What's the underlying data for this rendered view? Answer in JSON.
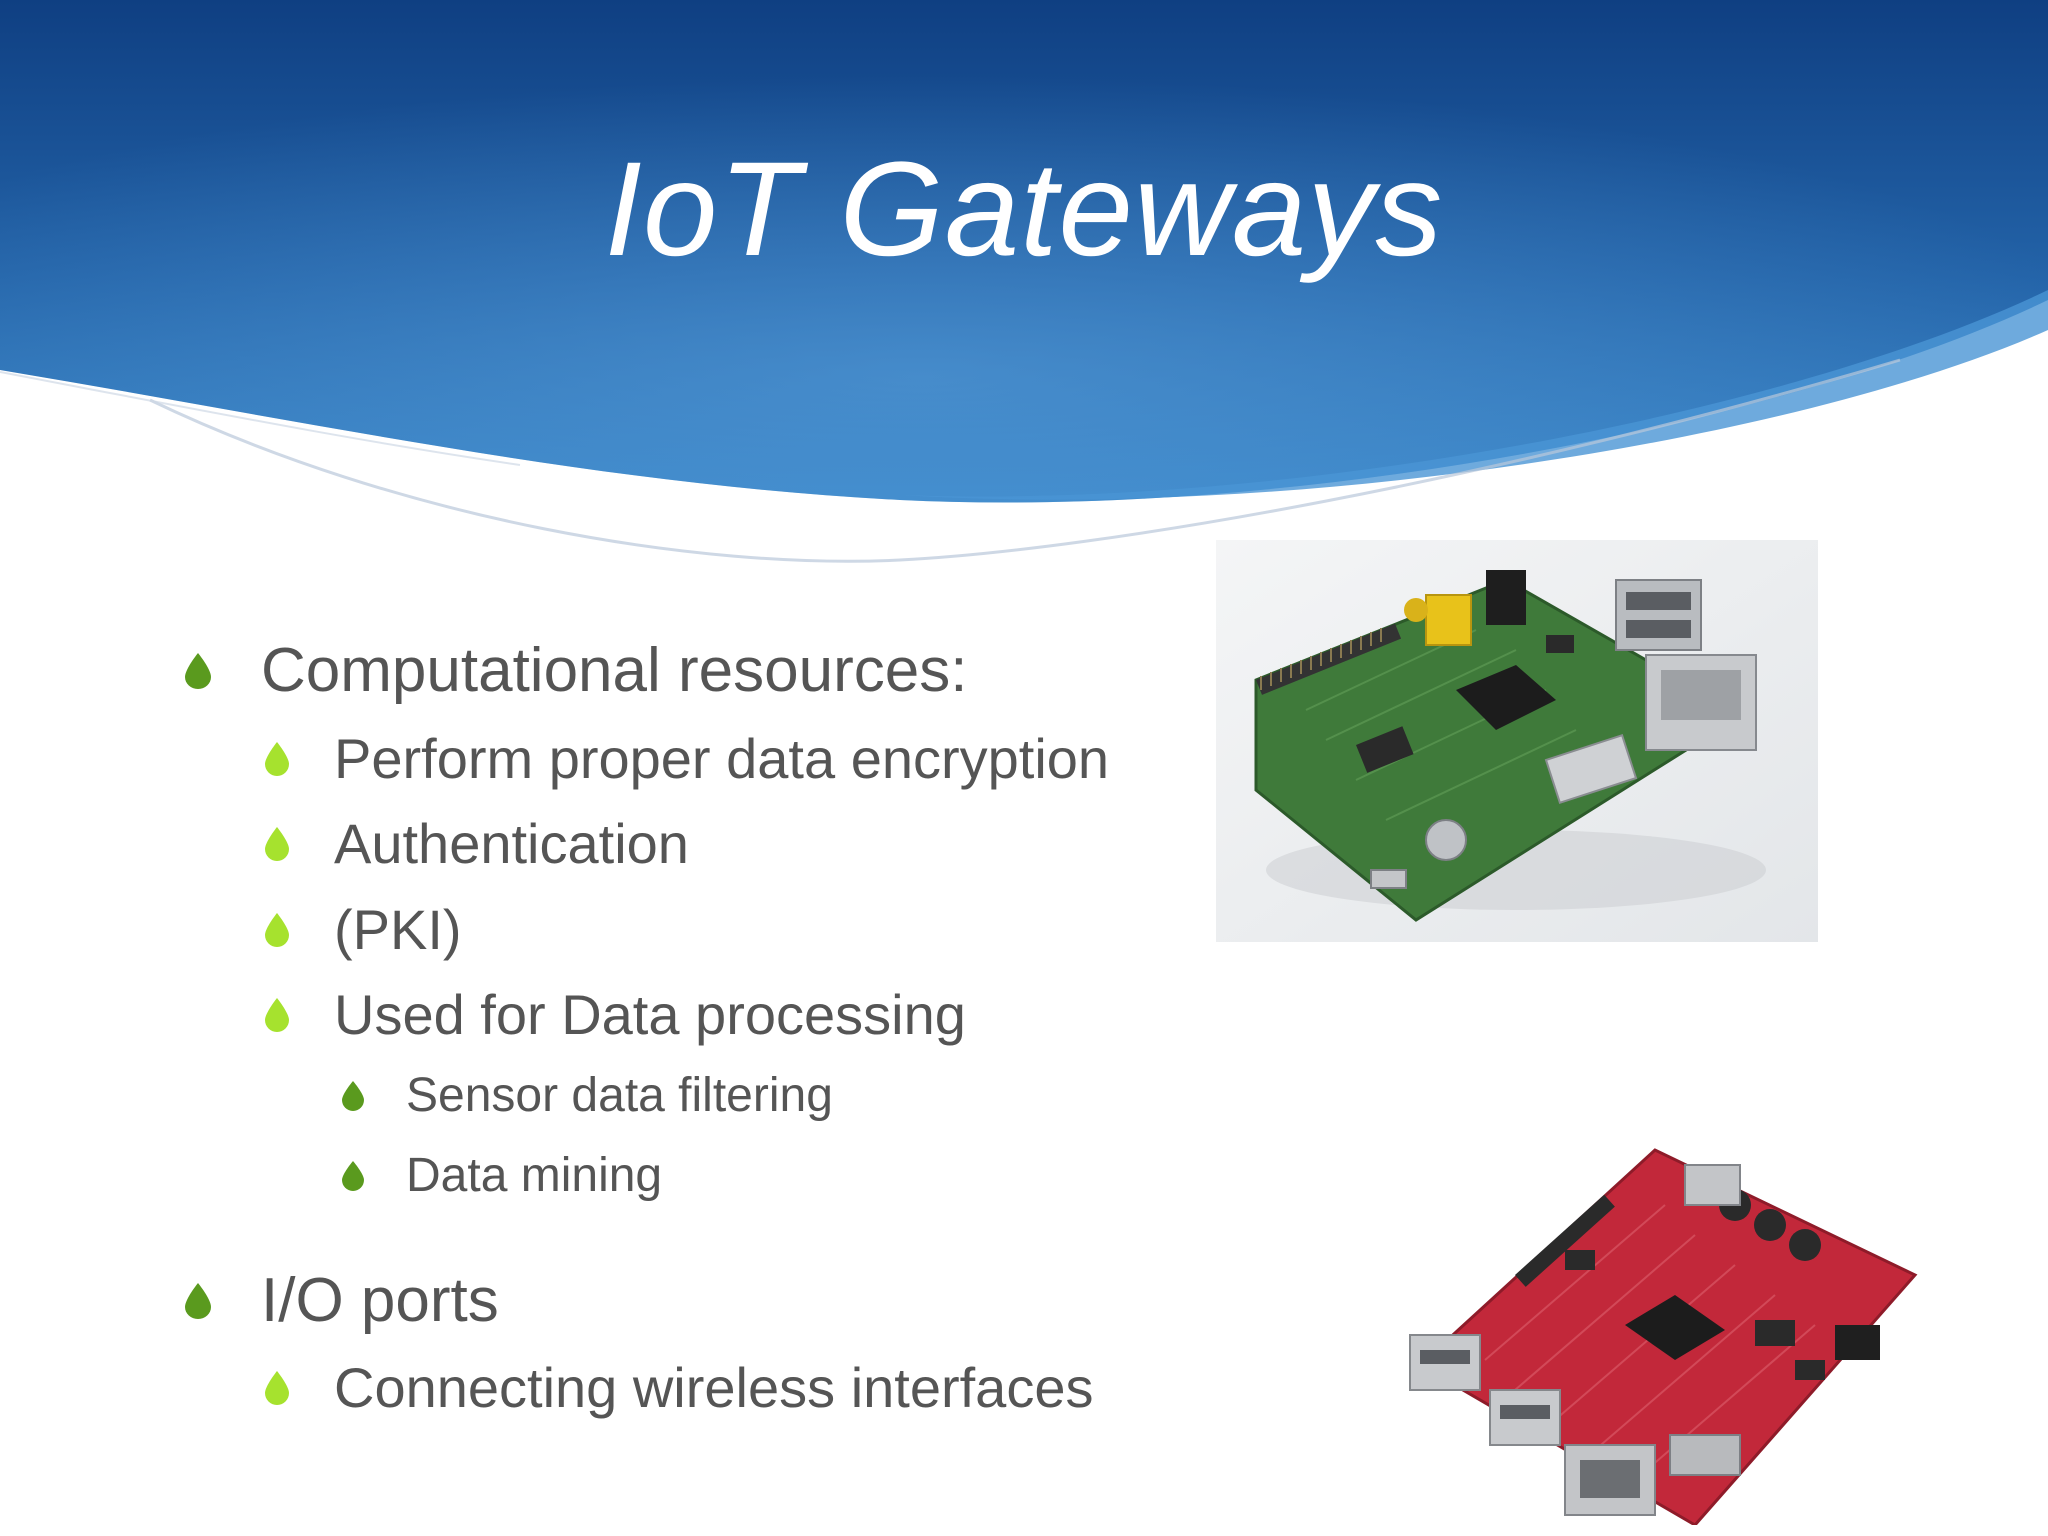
{
  "slide": {
    "title": "IoT Gateways",
    "bullets": [
      {
        "level": 1,
        "text": "Computational resources:"
      },
      {
        "level": 2,
        "text": "Perform proper data encryption"
      },
      {
        "level": 2,
        "text": "Authentication"
      },
      {
        "level": 2,
        "text": "(PKI)"
      },
      {
        "level": 2,
        "text": "Used for Data processing"
      },
      {
        "level": 3,
        "text": "Sensor data filtering"
      },
      {
        "level": 3,
        "text": "Data mining"
      },
      {
        "level": 1,
        "text": "I/O ports"
      },
      {
        "level": 2,
        "text": "Connecting wireless interfaces"
      }
    ]
  },
  "colors": {
    "header_blue_dark": "#0f3f82",
    "header_blue_mid": "#2a6fb5",
    "bullet_level1": "#5a9a1e",
    "bullet_level2": "#a6e22e",
    "bullet_level3": "#5a9a1e",
    "text": "#555555"
  },
  "icons": {
    "bullet": "droplet-icon",
    "image1": "raspberry-pi-board-photo",
    "image2": "red-dev-board-photo"
  }
}
